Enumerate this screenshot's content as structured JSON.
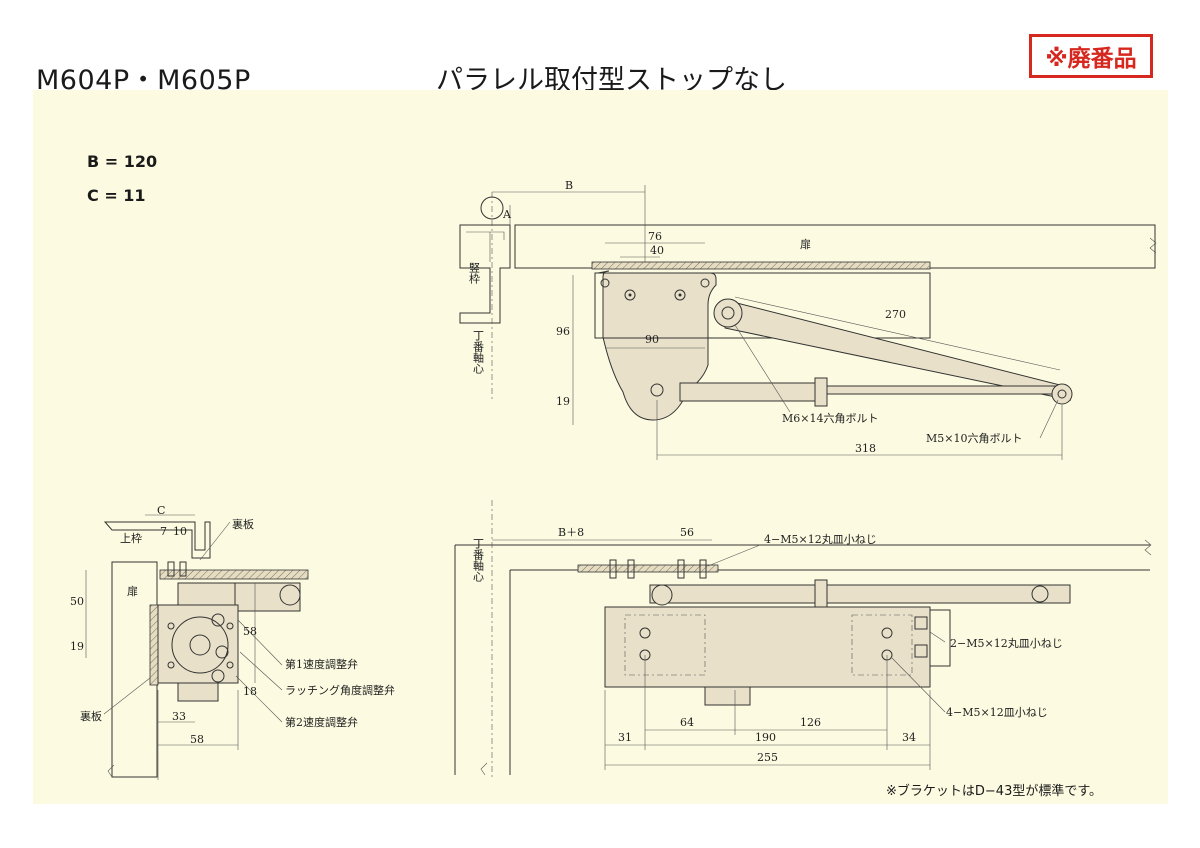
{
  "header": {
    "model": "M604P・M605P",
    "type": "パラレル取付型ストップなし",
    "badge": "※廃番品"
  },
  "specs": {
    "b": "B = 120",
    "c": "C = 11"
  },
  "top_view": {
    "dim_b": "B",
    "dim_a": "A",
    "dim_76": "76",
    "dim_40": "40",
    "dim_90": "90",
    "dim_96": "96",
    "dim_19": "19",
    "dim_270": "270",
    "dim_318": "318",
    "door": "扉",
    "frame": "竪枠",
    "hinge_axis": "丁番軸心",
    "bolt_m6": "M6×14六角ボルト",
    "bolt_m5": "M5×10六角ボルト"
  },
  "side_view": {
    "dim_c": "C",
    "dim_7": "7",
    "dim_10": "10",
    "dim_50": "50",
    "dim_19": "19",
    "dim_58v": "58",
    "dim_18": "18",
    "dim_33": "33",
    "dim_58h": "58",
    "top_frame": "上枠",
    "back_plate_top": "裏板",
    "back_plate_bottom": "裏板",
    "door": "扉",
    "valve1": "第1速度調整弁",
    "valve_latch": "ラッチング角度調整弁",
    "valve2": "第2速度調整弁"
  },
  "front_view": {
    "dim_b8": "B＋8",
    "dim_56": "56",
    "dim_64": "64",
    "dim_126": "126",
    "dim_31": "31",
    "dim_190": "190",
    "dim_34": "34",
    "dim_255": "255",
    "hinge_axis": "丁番軸心",
    "screw_4a": "4−M5×12丸皿小ねじ",
    "screw_2": "2−M5×12丸皿小ねじ",
    "screw_4b": "4−M5×12皿小ねじ"
  },
  "footnote": "※ブラケットはD−43型が標準です。",
  "colors": {
    "panel": "#fcfbe1",
    "badge": "#d6281f",
    "body": "#e8e0c8"
  }
}
